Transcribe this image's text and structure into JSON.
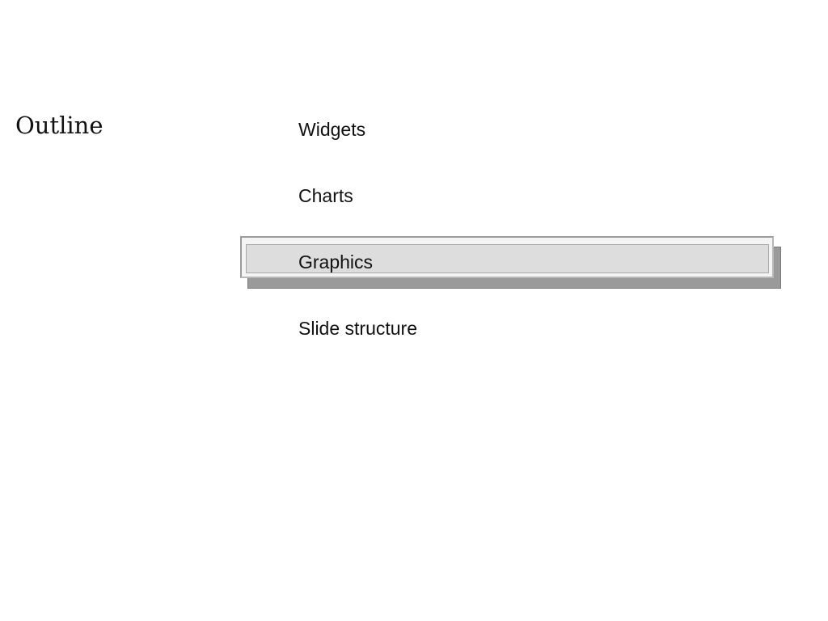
{
  "slide": {
    "title": "Outline",
    "items": [
      {
        "label": "Widgets",
        "current": false
      },
      {
        "label": "Charts",
        "current": false
      },
      {
        "label": "Graphics",
        "current": true
      },
      {
        "label": "Slide structure",
        "current": false
      }
    ]
  },
  "colors": {
    "background": "#ffffff",
    "text": "#111111",
    "highlight_fill": "#dddddd",
    "highlight_shadow": "#9a9a9a"
  }
}
